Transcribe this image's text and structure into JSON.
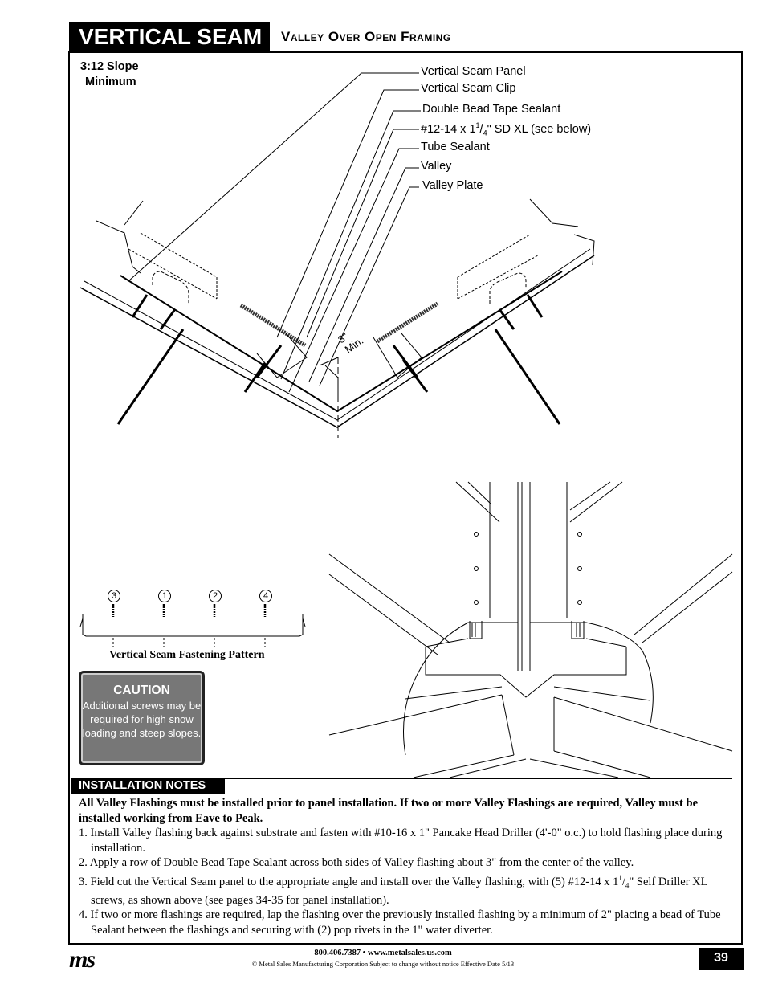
{
  "header": {
    "title": "VERTICAL SEAM",
    "subtitle": "Valley Over Open Framing"
  },
  "detail": {
    "slope_line1": "3:12 Slope",
    "slope_line2": "Minimum",
    "callouts": {
      "panel": "Vertical Seam Panel",
      "clip": "Vertical Seam Clip",
      "tape": "Double Bead Tape Sealant",
      "screw_prefix": "#12-14 x 1",
      "screw_sup": "1",
      "screw_sub": "4",
      "screw_suffix": "\" SD XL (see below)",
      "tube": "Tube Sealant",
      "valley": "Valley",
      "plate": "Valley Plate"
    },
    "dimension_line1": "3\"",
    "dimension_line2": "Min."
  },
  "fastening": {
    "numbers": [
      "3",
      "1",
      "2",
      "4"
    ],
    "caption": "Vertical Seam Fastening Pattern"
  },
  "caution": {
    "title": "CAUTION",
    "body": "Additional screws may be required for high snow loading and steep slopes."
  },
  "notes": {
    "heading": "INSTALLATION NOTES",
    "intro": "All Valley Flashings must be installed prior to panel installation. If two or more Valley Flashings are required, Valley must be installed working from Eave to Peak.",
    "item1": "1. Install Valley flashing back against substrate and fasten with #10-16 x 1\" Pancake Head Driller (4'-0\" o.c.) to hold flashing place during installation.",
    "item2": "2. Apply a row of Double Bead Tape Sealant across both sides of Valley flashing about 3\" from the center of the valley.",
    "item3_a": "3. Field cut the Vertical Seam panel to the appropriate angle and install over the Valley flashing, with (5) #12-14 x 1",
    "item3_sup": "1",
    "item3_sub": "4",
    "item3_b": "\" Self Driller XL screws, as shown above (see pages 34-35 for panel installation).",
    "item4": "4. If two or more flashings are required, lap the flashing over the previously installed flashing by a minimum of 2\" placing a bead of Tube Sealant between the flashings and securing with (2) pop rivets in the 1\" water diverter."
  },
  "footer": {
    "contact": "800.406.7387 • www.metalsales.us.com",
    "copyright": "© Metal Sales Manufacturing Corporation   Subject to change without notice   Effective Date 5/13",
    "logo": "ms",
    "page": "39"
  }
}
